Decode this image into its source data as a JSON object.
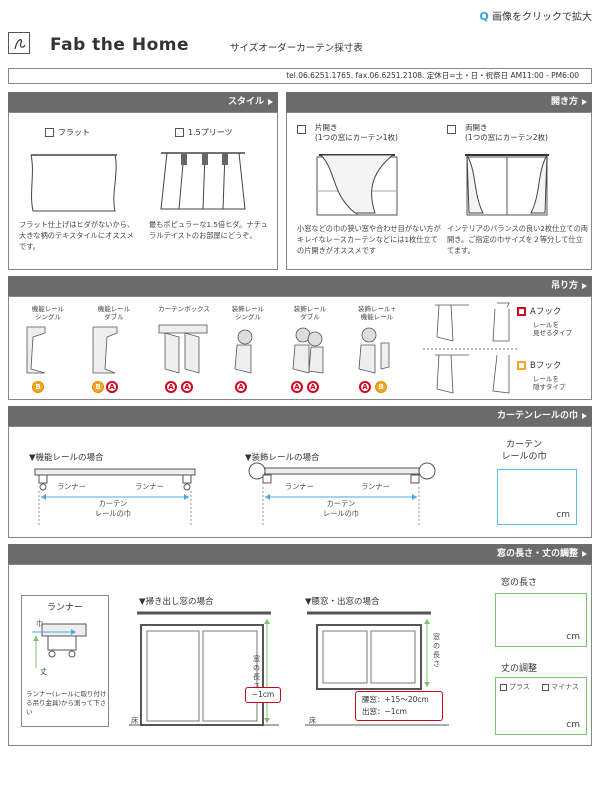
{
  "top_link": {
    "label": "画像をクリックで拡大"
  },
  "header": {
    "brand": "Fab the Home",
    "subtitle": "サイズオーダーカーテン採寸表",
    "contact": "tel.06.6251.1765.  fax.06.6251.2108. 定休日=土・日・祝祭日   AM11:00 - PM6:00"
  },
  "style_section": {
    "title": "スタイル",
    "options": [
      {
        "label": "フラット",
        "desc": "フラット仕上げはヒダがないから、大きな柄のテキスタイルにオススメです。"
      },
      {
        "label": "1.5プリーツ",
        "desc": "最もポピュラーな1.5倍ヒダ。ナチュラルテイストのお部屋にどうぞ。"
      }
    ]
  },
  "open_section": {
    "title": "開き方",
    "options": [
      {
        "label": "片開き",
        "sub": "(1つの窓にカーテン1枚)",
        "desc": "小窓などの巾の狭い窓や合わせ目がない方がキレイなレースカーテンなどには1枚仕立ての片開きがオススメです"
      },
      {
        "label": "両開き",
        "sub": "(1つの窓にカーテン2枚)",
        "desc": "インテリアのバランスの良い2枚仕立ての両開き。ご指定の巾サイズを２等分して仕立てます。"
      }
    ]
  },
  "hang_section": {
    "title": "吊り方",
    "types": [
      {
        "label": "機能レール\nシングル",
        "badges": [
          "B"
        ]
      },
      {
        "label": "機能レール\nダブル",
        "badges": [
          "B",
          "A"
        ]
      },
      {
        "label": "カーテンボックス",
        "badges": [
          "A",
          "A"
        ]
      },
      {
        "label": "装飾レール\nシングル",
        "badges": [
          "A"
        ]
      },
      {
        "label": "装飾レール\nダブル",
        "badges": [
          "A",
          "A"
        ]
      },
      {
        "label": "装飾レール+\n機能レール",
        "badges": [
          "A",
          "B"
        ]
      }
    ],
    "hooks": [
      {
        "label": "Aフック",
        "sub": "レールを\n見せるタイプ",
        "color": "#d0021b"
      },
      {
        "label": "Bフック",
        "sub": "レールを\n隠すタイプ",
        "color": "#f5a623"
      }
    ]
  },
  "rail_section": {
    "title": "カーテンレールの巾",
    "case1": "▼機能レールの場合",
    "case2": "▼装飾レールの場合",
    "runner": "ランナー",
    "width_label": "カーテン\nレールの巾",
    "input_label": "カーテン\nレールの巾",
    "unit": "cm"
  },
  "window_section": {
    "title": "窓の長さ・丈の調整",
    "runner_box": {
      "title": "ランナー",
      "width": "巾",
      "length": "丈",
      "note": "ランナー(レールに取り付ける吊り金具)から測って下さい"
    },
    "case1": "▼掃き出し窓の場合",
    "case2": "▼腰窓・出窓の場合",
    "window_length": "窓の長さ",
    "floor": "床",
    "minus1": "−1cm",
    "adjust_note1": "腰窓：+15〜20cm",
    "adjust_note2": "出窓：−1cm",
    "input_length_label": "窓の長さ",
    "input_adjust_label": "丈の調整",
    "plus": "プラス",
    "minus": "マイナス",
    "unit": "cm"
  }
}
